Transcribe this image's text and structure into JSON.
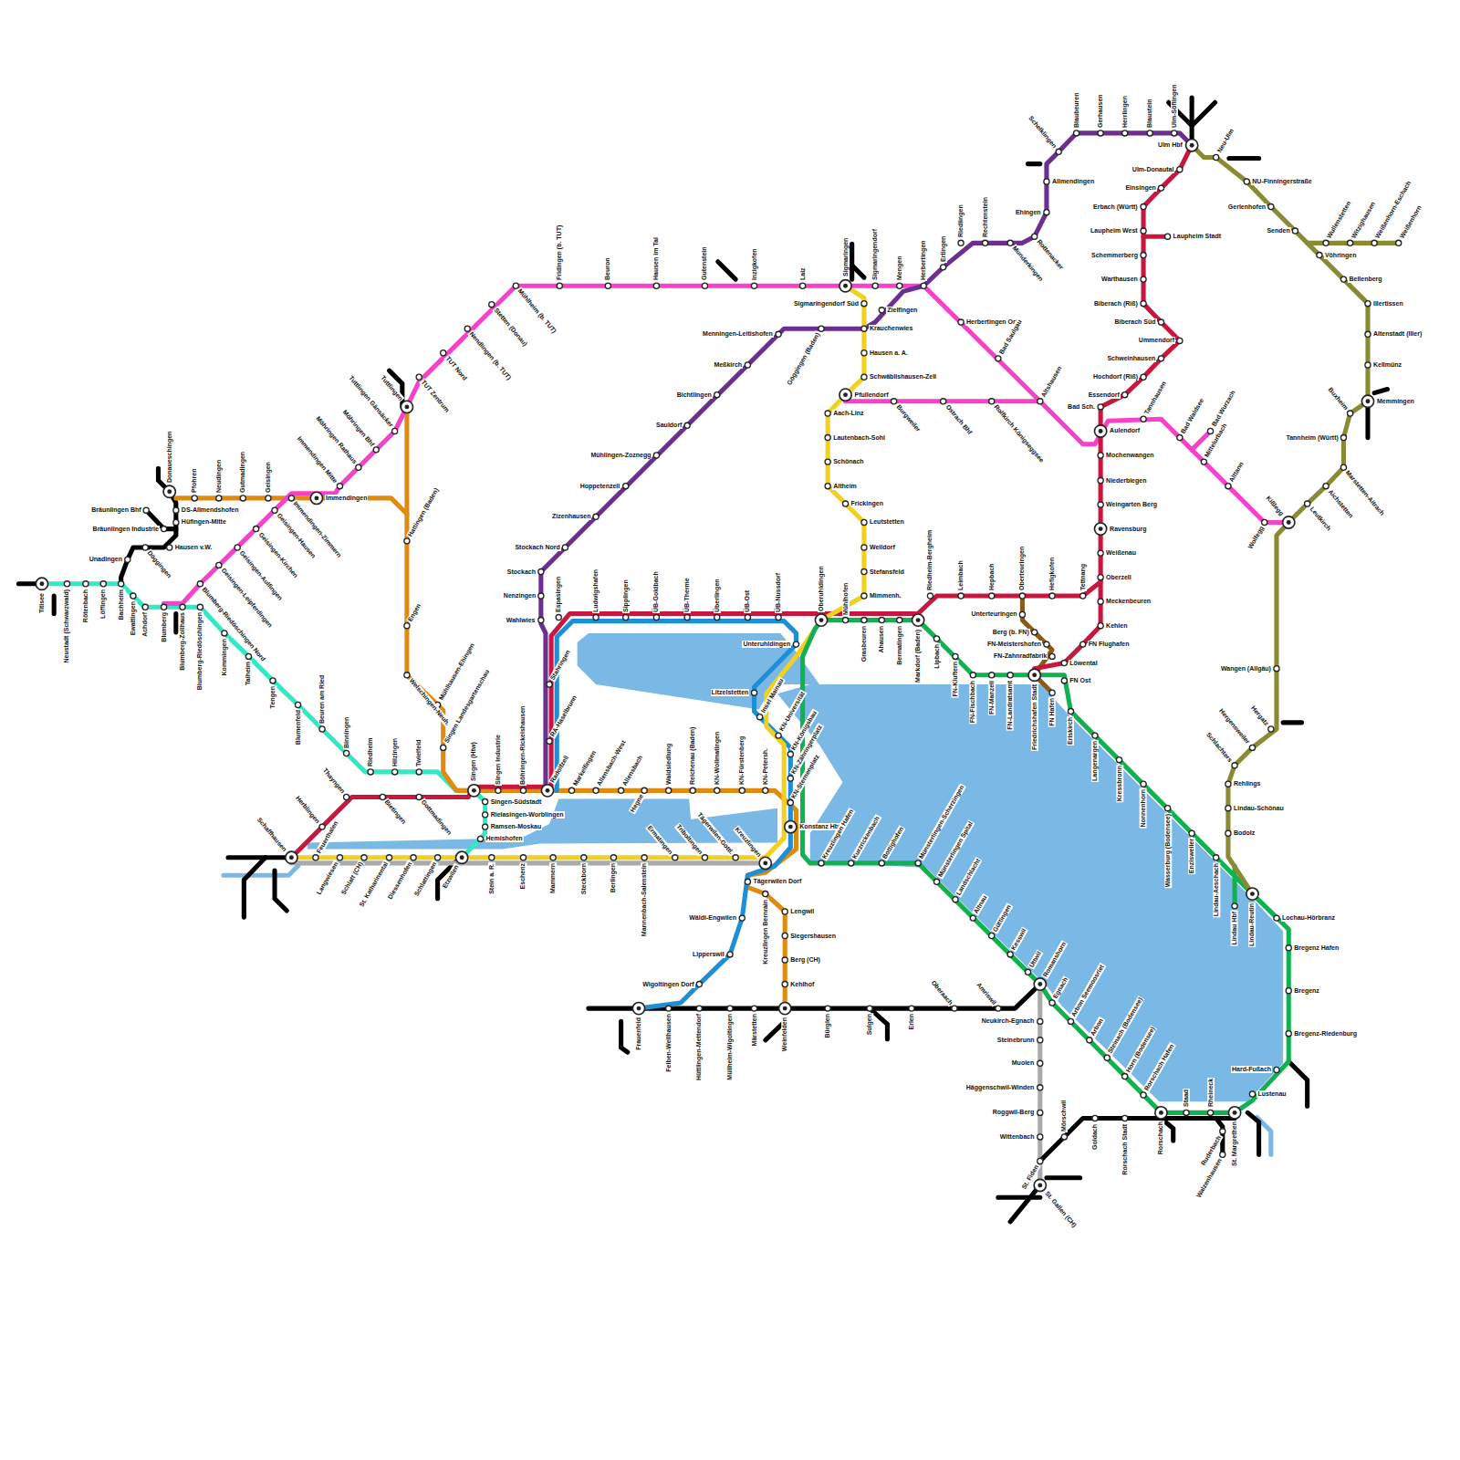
{
  "diagram": {
    "labels": [
      "Titisee",
      "Neustadt (Schwarzwald)",
      "Rötenbach",
      "Löffingen",
      "Bachheim",
      "Ewattingen",
      "Achdorf",
      "Blumberg",
      "Blumberg-Zollhaus",
      "Blumberg-Riedöschingen",
      "Kommingen",
      "Talheim",
      "Tengen",
      "Blumenfeld",
      "Beuren am Ried",
      "Binningen",
      "Riedheim",
      "Hilzingen",
      "Twielfeld",
      "Singen (Htw)",
      "Singen Industrie",
      "Böhringen-Rickelshausen",
      "Singen-Südstadt",
      "Rielasingen-Worblingen",
      "Ramsen-Moskau",
      "Hemishofen",
      "Etzwilen",
      "Donaueschingen",
      "DS-Allmendshofen",
      "Hüfingen-Mitte",
      "Bräunlingen Bhf",
      "Bräunlingen Industrie",
      "Hausen v.W.",
      "Döggingen",
      "Unadingen",
      "Pfohren",
      "Neudingen",
      "Gutmadingen",
      "Geisingen",
      "Blumberg-Riedöschingen Nord",
      "Geisingen-Leipferdingen",
      "Geisingen-Aulfingen",
      "Geisingen-Kirchen",
      "Geisingen-Hausen",
      "Immendingen-Zimmern",
      "Immendingen",
      "Immendingen Mitte",
      "Möhringen Rathaus",
      "Möhringen Bhf",
      "Tuttlingen Gänsäcker",
      "Tuttlingen",
      "TUT Zentrum",
      "TUT Nord",
      "Nendlingen (b. TUT)",
      "Stetten (Donau)",
      "Mühlheim (b. TUT)",
      "Fridingen (b. TUT)",
      "Beuron",
      "Hausen im Tal",
      "Gutenstein",
      "Inzigkofen",
      "Laiz",
      "Sigmaringen",
      "Sigmaringendorf",
      "Mengen",
      "Herbertingen",
      "Herbertingen Ort",
      "Bad Saulgau",
      "Altshausen",
      "Pfullendorf",
      "Burgweiler",
      "Ostrach Bhf",
      "Rolfkirch Königseggsee",
      "Aulendorf",
      "Tannhausen",
      "Bad Waldsee",
      "Bad Wurzach",
      "Mittelurbach",
      "Alttann",
      "Wolfegg",
      "Kißlegg",
      "Hattingen (Baden)",
      "Engen",
      "Welschingen-Neuh.",
      "Mühlhausen-Ehingen",
      "Singen Landesgartenschau",
      "Radolfzell",
      "Markelfingen",
      "Allensbach-West",
      "Allensbach",
      "Hegne",
      "Waldsiedlung",
      "Reichenau (Baden)",
      "KN-Wollmatingen",
      "KN-Fürstenberg",
      "KN-Petersh.",
      "Konstanz Hbf",
      "KN-Sternenplatz",
      "KN-Zähringerplatz",
      "KN-Königsbau",
      "KN-Universität",
      "Insel Mainau",
      "Litzelstetten",
      "Unteruhldingen",
      "Oberuhldingen",
      "Mühlhofen",
      "Espasingen",
      "Ludwigshafen",
      "Sipplingen",
      "ÜB-Goldbach",
      "ÜB-Therme",
      "Überlingen",
      "ÜB-Ost",
      "ÜB-Nussdorf",
      "Stahringen",
      "RA-Haselbrunn",
      "Stockach",
      "Nenzingen",
      "Wahlwies",
      "Stockach Nord",
      "Zizenhausen",
      "Hoppetenzell",
      "Mühlingen-Zoznegg",
      "Sauldorf",
      "Bichtlingen",
      "Meßkirch",
      "Menningen-Leitishofen",
      "Göggingen (Baden)",
      "Krauchenwies",
      "Sigmaringendorf Süd",
      "Zielfingen",
      "Hausen a. A.",
      "Schwäblishausen-Zell",
      "Aach-Linz",
      "Lautenbach-Sohl",
      "Schönach",
      "Altheim",
      "Frickingen",
      "Leutstetten",
      "Weildorf",
      "Stefansfeld",
      "Mimmenh.",
      "Grasbeuren",
      "Ahausen",
      "Bermatingen",
      "Markdorf (Baden)",
      "Lipbach",
      "FN-Kluftern",
      "FN-Fischbach",
      "FN-Manzell",
      "FN-Landratsamt",
      "Friedrichshafen Stadt",
      "FN Hafen",
      "FN Ost",
      "Eriskirch",
      "Langenargen",
      "Kressbronn",
      "Nonnenhorn",
      "Wasserburg (Bodensee)",
      "Enzisweiler",
      "Lindau-Aeschach",
      "Lindau Hbf",
      "Lindau-Reutin",
      "Lochau-Hörbranz",
      "Bregenz Hafen",
      "Bregenz",
      "Bregenz-Riedenburg",
      "Hard-Fußach",
      "Lustenau",
      "St. Margrethen",
      "Rheineck",
      "Ruderbach",
      "Walzenhausen",
      "Staad",
      "Rorschach",
      "Rorschach Hafen",
      "Horn (Bodensee)",
      "Steinach (Bodensee)",
      "Arbon",
      "Arbon Seemoosriet",
      "Egnach",
      "Romanshorn",
      "Uttwil",
      "Kesswil",
      "Güttingen",
      "Altnau",
      "Landschlacht",
      "Münsterlingen Spital",
      "Münsterlingen-Scherzingen",
      "Bottighofen",
      "Kurzrickenbach",
      "Kreuzlingen Hafen",
      "Neukirch-Egnach",
      "Steinebrunn",
      "Muolen",
      "Häggenschwil-Winden",
      "Roggwil-Berg",
      "Wittenbach",
      "St. Fiden",
      "St. Gallen (CH)",
      "Mörschwil",
      "Goldach",
      "Rorschach Stadt",
      "Frauenfeld",
      "Felben-Wellhausen",
      "Hüttlingen-Mettendorf",
      "Müllheim-Wigoltingen",
      "Märstetten",
      "Weinfelden",
      "Bürglen",
      "Sulgen",
      "Erlen",
      "Oberaach",
      "Amriswil",
      "Tägerwilen Dorf",
      "Wäldi-Engwilen",
      "Lipperswil",
      "Wigoltingen Dorf",
      "Kreuzlingen Bernrain",
      "Lengwil",
      "Siegershausen",
      "Berg (CH)",
      "Kehlhof",
      "Schaffhausen",
      "Herblingen",
      "Thayngen",
      "Bietingen",
      "Gottmadingen",
      "Feuerthalen",
      "Langwiesen",
      "Schlatt (CH)",
      "St. Katharinental",
      "Diessenhofen",
      "Schlattingen",
      "Stein a. R.",
      "Eschenz",
      "Mammern",
      "Steckborn",
      "Berlingen",
      "Mannenbach-Salenstein",
      "Ermatingen",
      "Triboltingen",
      "Tägerwilen-Gottl.",
      "Kreuzlingen",
      "Riedheim-Bergheim",
      "Leimbach",
      "Hepbach",
      "Oberteuringen",
      "Hefigkofen",
      "Tettnang",
      "Unterteuringen",
      "Berg (b. FN)",
      "FN-Meistershofen",
      "FN-Zahnradfabrik",
      "Löwental",
      "FN Flughafen",
      "Kehlen",
      "Meckenbeuren",
      "Oberzell",
      "Weißenau",
      "Ravensburg",
      "Weingarten Berg",
      "Niederbiegen",
      "Mochenwangen",
      "Bad Sch.",
      "Essendorf",
      "Hochdorf (Riß)",
      "Schweinhausen",
      "Ummendorf",
      "Biberach Süd",
      "Biberach (Riß)",
      "Warthausen",
      "Schemmerberg",
      "Laupheim West",
      "Laupheim Stadt",
      "Erbach (Württ)",
      "Einsingen",
      "Ulm-Donautal",
      "Ulm Hbf",
      "Ulm-Söflingen",
      "Blaustein",
      "Herrlingen",
      "Gerhausen",
      "Blaubeuren",
      "Schelklingen",
      "Allmendingen",
      "Ehingen",
      "Rottenacker",
      "Munderkingen",
      "Rechtenstein",
      "Riedlingen",
      "Ertingen",
      "Neu-Ulm",
      "NU-Finningerstraße",
      "Gerlenhofen",
      "Senden",
      "Vöhringen",
      "Wullenstetten",
      "Witzighausen",
      "Weißenhorn-Eschach",
      "Weißenhorn",
      "Bellenberg",
      "Illertissen",
      "Altenstadt (Iller)",
      "Kellmünz",
      "Memmingen",
      "Buxheim",
      "Tannheim (Württ)",
      "Marstetten-Aitrach",
      "Aichstetten",
      "Leutkirch",
      "Wangen (Allgäu)",
      "Hergatz",
      "Hergensweiler",
      "Schlachters",
      "Rehlings",
      "Lindau-Schönau",
      "Bodolz"
    ]
  }
}
